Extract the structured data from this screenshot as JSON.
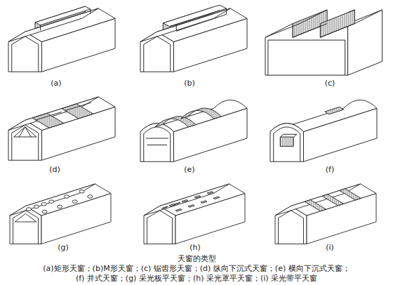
{
  "diagram": {
    "caption": "天窗的类型",
    "labels": [
      "(a)",
      "(b)",
      "(c)",
      "(d)",
      "(e)",
      "(f)",
      "(g)",
      "(h)",
      "(i)",
      "(a)矩形天窗；(b)M形天窗；(c) 锯齿形天窗；(d) 纵向下沉式天窗；(e) 横向下沉式天窗；",
      "(f) 井式天窗；(g) 采光板平天窗；(h) 采光罩平天窗；(i) 采光带平天窗"
    ]
  }
}
